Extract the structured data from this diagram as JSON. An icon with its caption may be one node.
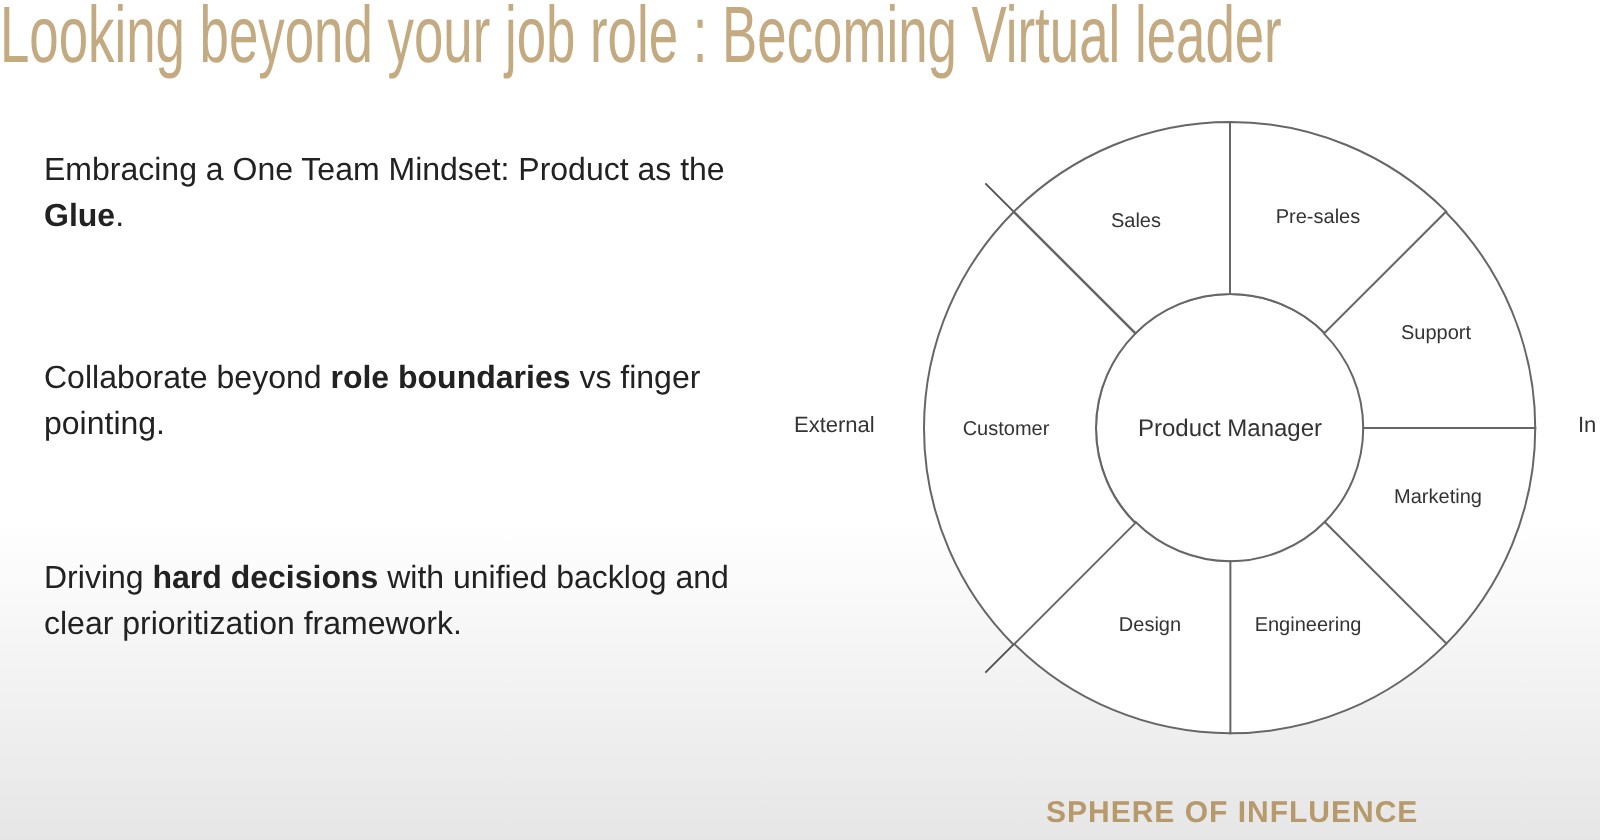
{
  "diagram": {
    "title": "Looking beyond your job role : Becoming Virtual leader",
    "nodes": [
      {
        "text": [
          "Product Manager"
        ]
      },
      {
        "text": [
          "Sales"
        ]
      },
      {
        "text": [
          "Pre-sales"
        ]
      },
      {
        "text": [
          "Support"
        ]
      },
      {
        "text": [
          "Marketing"
        ]
      },
      {
        "text": [
          "Engineering"
        ]
      },
      {
        "text": [
          "Design"
        ]
      },
      {
        "text": [
          "Customer"
        ]
      }
    ],
    "edges": [],
    "labels": [
      "Embracing a One Team Mindset: Product as the **Glue**.",
      "Collaborate beyond **role boundaries** vs finger pointing.",
      "Driving **hard decisions** with unified backlog and clear prioritization framework.",
      "External",
      "In",
      "SPHERE OF INFLUENCE"
    ]
  }
}
